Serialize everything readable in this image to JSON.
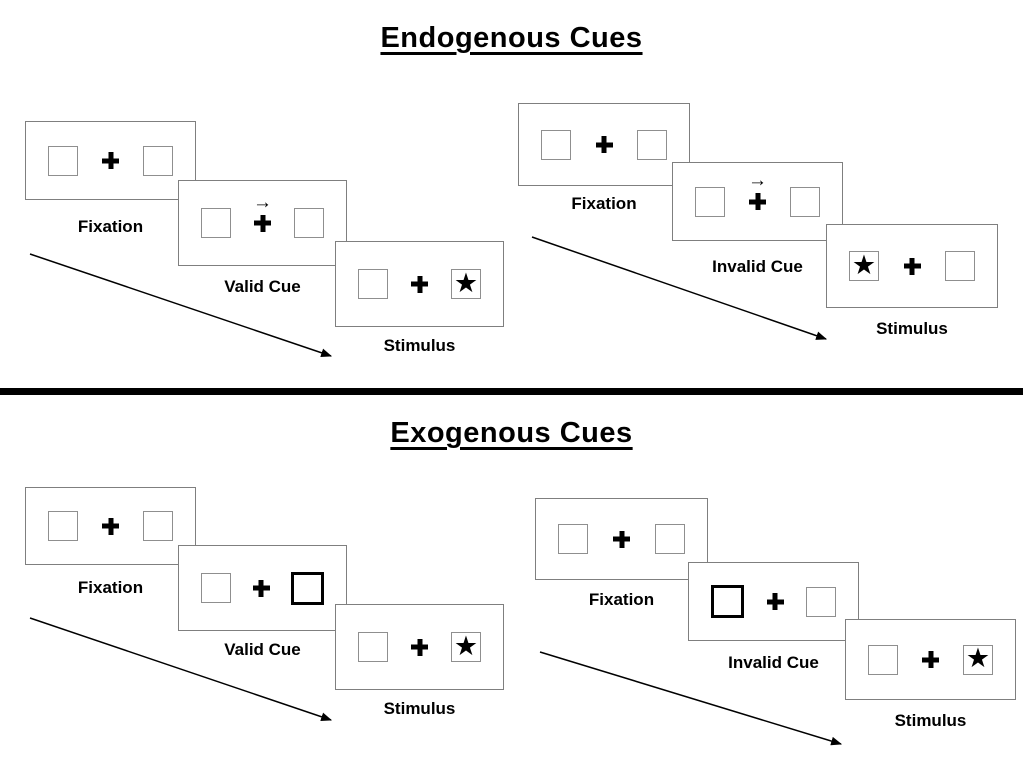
{
  "icons": {
    "star": "★",
    "cue_arrow": "→"
  },
  "colors": {
    "line": "#000000",
    "panel_border": "#7f7f7f",
    "box_border": "#8f8f8f",
    "background": "#ffffff"
  },
  "sections": [
    {
      "title": "Endogenous Cues",
      "sequences": [
        {
          "name": "valid",
          "panels": [
            {
              "label": "Fixation"
            },
            {
              "label": "Valid Cue"
            },
            {
              "label": "Stimulus"
            }
          ]
        },
        {
          "name": "invalid",
          "panels": [
            {
              "label": "Fixation"
            },
            {
              "label": "Invalid Cue"
            },
            {
              "label": "Stimulus"
            }
          ]
        }
      ]
    },
    {
      "title": "Exogenous Cues",
      "sequences": [
        {
          "name": "valid",
          "panels": [
            {
              "label": "Fixation"
            },
            {
              "label": "Valid Cue"
            },
            {
              "label": "Stimulus"
            }
          ]
        },
        {
          "name": "invalid",
          "panels": [
            {
              "label": "Fixation"
            },
            {
              "label": "Invalid Cue"
            },
            {
              "label": "Stimulus"
            }
          ]
        }
      ]
    }
  ]
}
